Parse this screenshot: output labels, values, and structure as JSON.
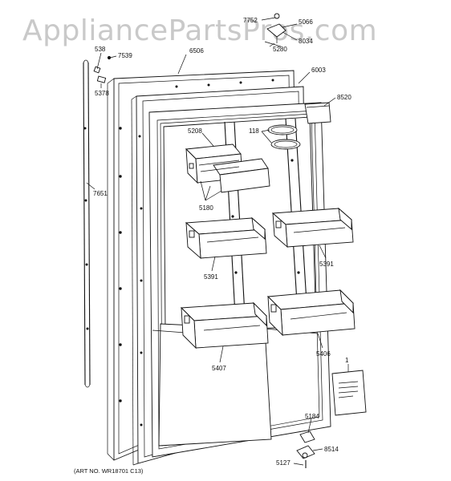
{
  "watermark": "AppliancePartsPros.com",
  "art_number": "(ART NO. WR18701 C13)",
  "callouts": {
    "c538": "538",
    "c7539": "7539",
    "c5378": "5378",
    "c6506": "6506",
    "c7752": "7752",
    "c5066": "5066",
    "c8034": "8034",
    "c5280": "5280",
    "c6003": "6003",
    "c8520": "8520",
    "c5208": "5208",
    "c118": "118",
    "c7651": "7651",
    "c5180": "5180",
    "c5391a": "5391",
    "c5391b": "5391",
    "c5407": "5407",
    "c5406": "5406",
    "c1": "1",
    "c5184": "5184",
    "c8514": "8514",
    "c5127": "5127"
  }
}
